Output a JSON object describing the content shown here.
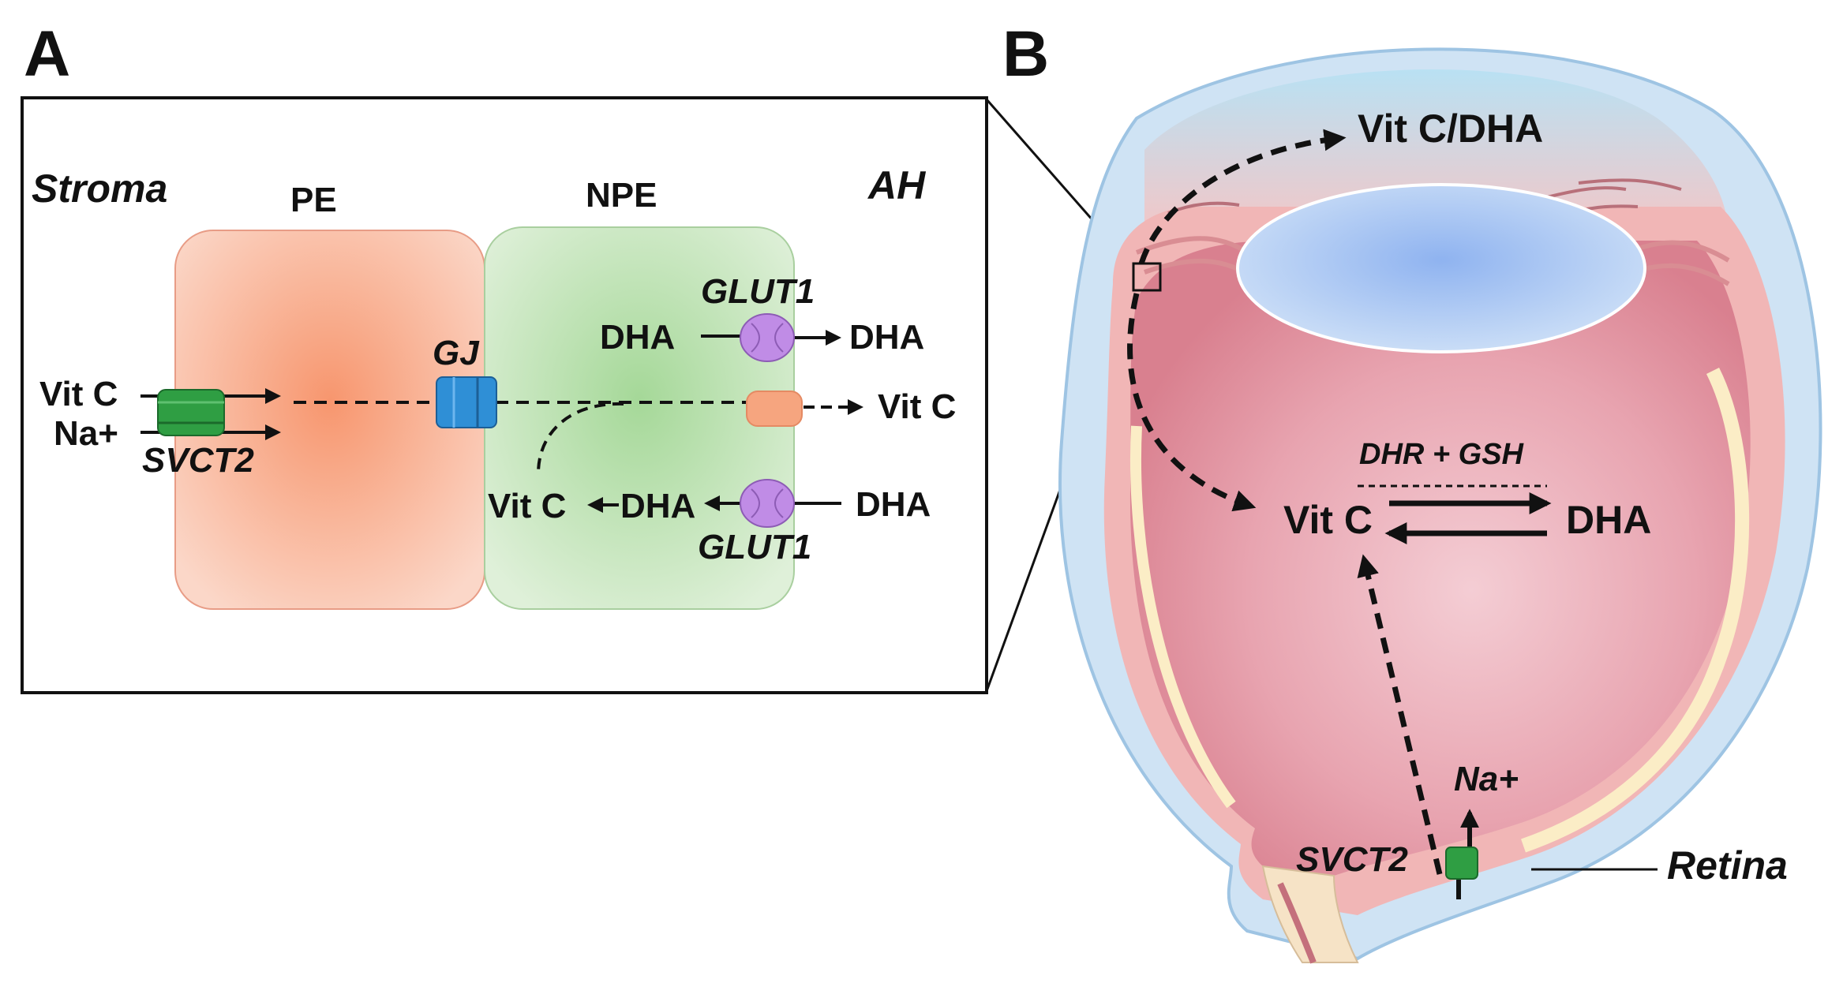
{
  "panel_a": {
    "letter": "A",
    "regions": {
      "stroma": "Stroma",
      "pe": "PE",
      "npe": "NPE",
      "ah": "AH"
    },
    "labels": {
      "vitc_in": "Vit C",
      "na_in": "Na+",
      "svct2": "SVCT2",
      "gj": "GJ",
      "glut1_top": "GLUT1",
      "dha_top_left": "DHA",
      "dha_top_right": "DHA",
      "vitc_out": "Vit C",
      "vitc_bottom": "Vit C",
      "dha_bottom_mid": "DHA",
      "dha_bottom_right": "DHA",
      "glut1_bottom": "GLUT1"
    },
    "colors": {
      "pe": "#f7a98e",
      "npe": "#b6deb0",
      "svct2": "#2f9e43",
      "gj": "#2f8fd6",
      "glut1": "#c08ce6",
      "efflux": "#f6a57f"
    }
  },
  "panel_b": {
    "letter": "B",
    "labels": {
      "vitc_dha_top": "Vit C/DHA",
      "dhr_gsh": "DHR + GSH",
      "vitc_center": "Vit C",
      "dha_center": "DHA",
      "na_plus": "Na+",
      "svct2": "SVCT2",
      "retina": "Retina"
    }
  }
}
